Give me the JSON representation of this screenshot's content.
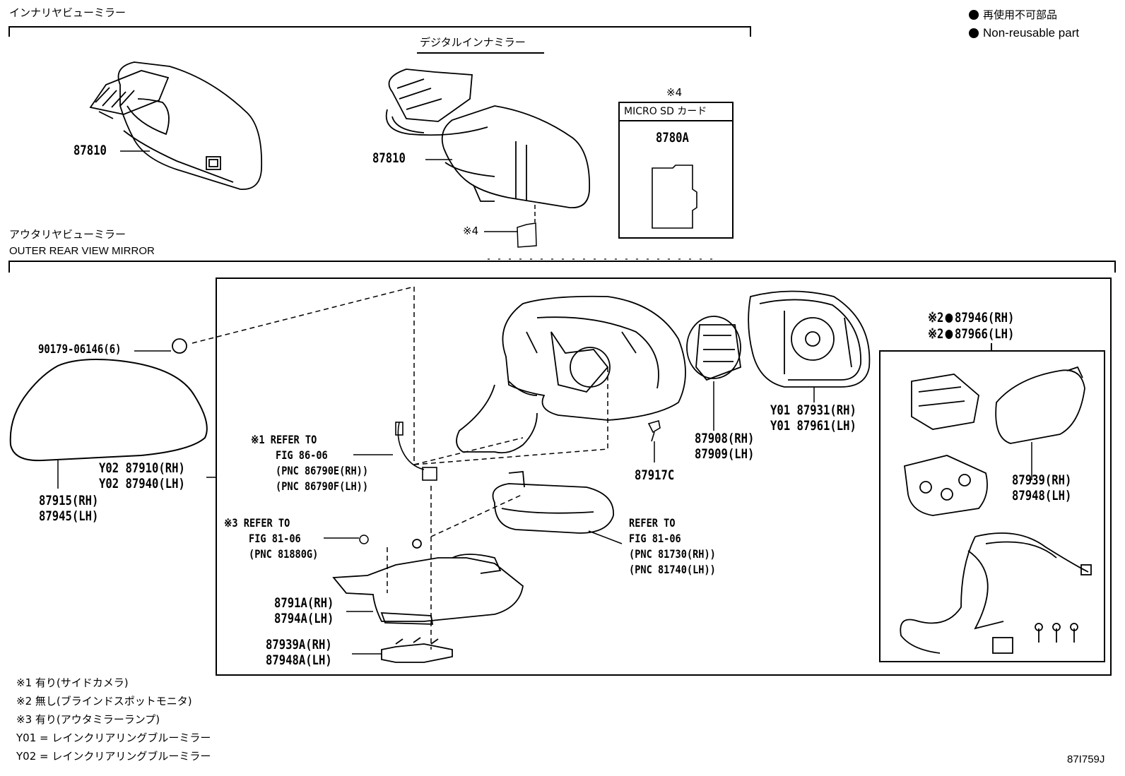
{
  "legend": {
    "nonreusable_jp": "再使用不可部品",
    "nonreusable_en": "Non-reusable part"
  },
  "sections": {
    "inner_title_jp": "インナリヤビューミラー",
    "digital_title_jp": "デジタルインナミラー",
    "outer_title_jp": "アウタリヤビューミラー",
    "outer_title_en": "OUTER REAR VIEW MIRROR"
  },
  "microsd": {
    "note": "※4",
    "box_label": "MICRO SD カード",
    "part": "8780A"
  },
  "inner": {
    "part_left": "87810",
    "part_digital": "87810",
    "note4": "※4"
  },
  "outer": {
    "clip": "90179-06146(6)",
    "cover_rh": "Y02 87910(RH)",
    "cover_lh": "Y02 87940(LH)",
    "assy_rh": "87915(RH)",
    "assy_lh": "87945(LH)",
    "refer1_l1": "※1 REFER TO",
    "refer1_l2": "FIG 86-06",
    "refer1_l3": "(PNC 86790E(RH))",
    "refer1_l4": "(PNC 86790F(LH))",
    "refer3_l1": "※3 REFER TO",
    "refer3_l2": "FIG 81-06",
    "refer3_l3": "(PNC 81880G)",
    "lamp_rh": "8791A(RH)",
    "lamp_lh": "8794A(LH)",
    "base_rh": "87939A(RH)",
    "base_lh": "87948A(LH)",
    "referR_l1": "REFER TO",
    "referR_l2": "FIG 81-06",
    "referR_l3": "(PNC 81730(RH))",
    "referR_l4": "(PNC 81740(LH))",
    "screw": "87917C",
    "actuator_rh": "87908(RH)",
    "actuator_lh": "87909(LH)",
    "glass_rh": "Y01 87931(RH)",
    "glass_lh": "Y01 87961(LH)",
    "kit_rh_note": "※2",
    "kit_rh": "87946(RH)",
    "kit_lh_note": "※2",
    "kit_lh": "87966(LH)",
    "cover2_rh": "87939(RH)",
    "cover2_lh": "87948(LH)"
  },
  "footnotes": [
    "※1 有り(サイドカメラ)",
    "※2 無し(ブラインドスポットモニタ)",
    "※3 有り(アウタミラーランプ)",
    "Y01 = レインクリアリングブルーミラー",
    "Y02 = レインクリアリングブルーミラー"
  ],
  "figure_id": "87I759J"
}
